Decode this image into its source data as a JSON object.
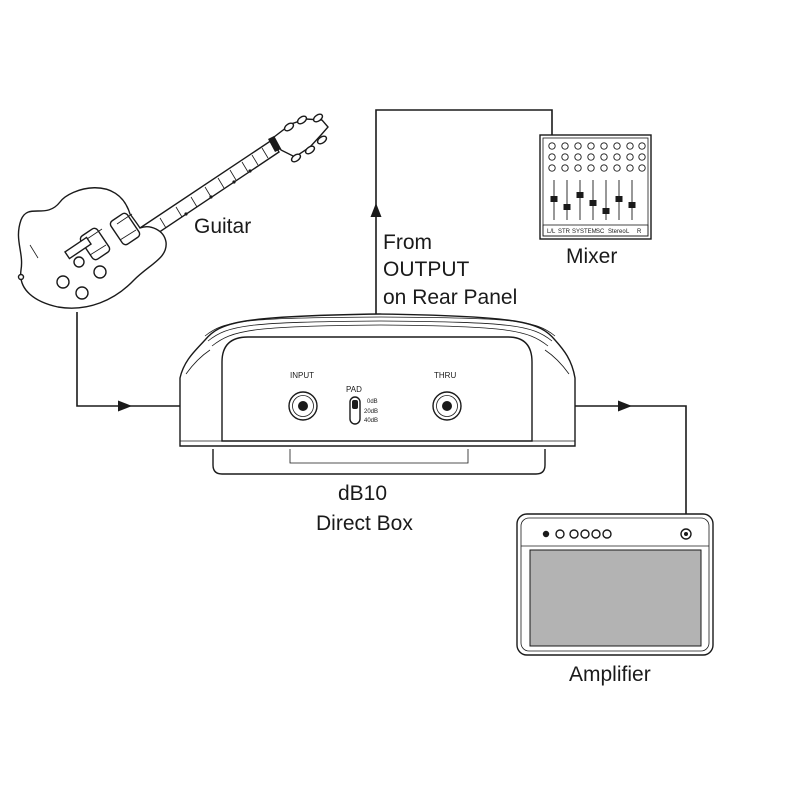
{
  "labels": {
    "guitar": "Guitar",
    "mixer": "Mixer",
    "from_output": [
      "From",
      "OUTPUT",
      "on Rear Panel"
    ],
    "device_model": "dB10",
    "device_name": "Direct Box",
    "amplifier": "Amplifier"
  },
  "panel": {
    "input": "INPUT",
    "thru": "THRU",
    "pad": "PAD",
    "pad_options": [
      "0dB",
      "20dB",
      "40dB"
    ]
  },
  "mixer_strip": [
    "L/L",
    "STR",
    "SYSTEM",
    "SC",
    "Stereo",
    "L",
    "R"
  ],
  "colors": {
    "ink": "#1a1a1a",
    "amp_grille": "#b3b3b3"
  }
}
